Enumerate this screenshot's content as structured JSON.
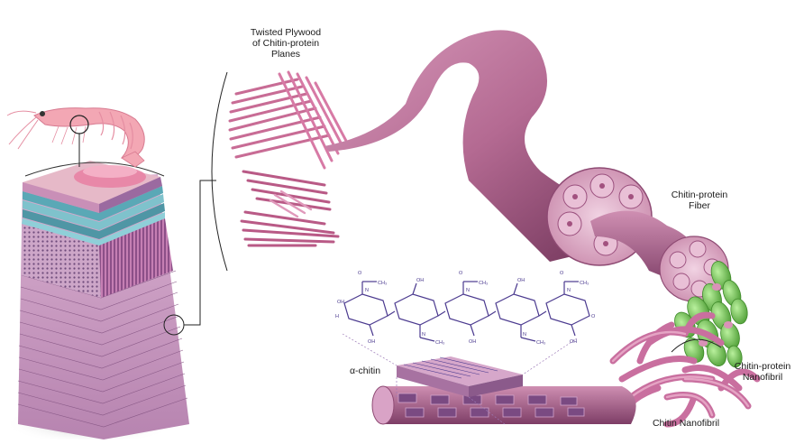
{
  "labels": {
    "plywood": [
      "Twisted Plywood",
      "of Chitin-protein",
      "Planes"
    ],
    "fiber": [
      "Chitin-protein",
      "Fiber"
    ],
    "protein_nanofibril": [
      "Chitin-protein",
      "Nanofibril"
    ],
    "chitin_nanofibril": "Chitin Nanofibril",
    "alpha_chitin": "α-chitin"
  },
  "formula_text": {
    "acetyl": "CH₃",
    "carbonyl": "O",
    "hydroxyl": "OH",
    "nitrogen": "N",
    "hydrogen": "H"
  },
  "colors": {
    "fiber_pink": "#b46a92",
    "fiber_dark": "#7a3c63",
    "nanofibril_green": "#7ccf5c",
    "molecule_purple": "#4b3a8f",
    "shrimp": "#f3a7b4",
    "layer_teal": "#5aa8b6"
  },
  "icons": [
    "shrimp-icon"
  ]
}
